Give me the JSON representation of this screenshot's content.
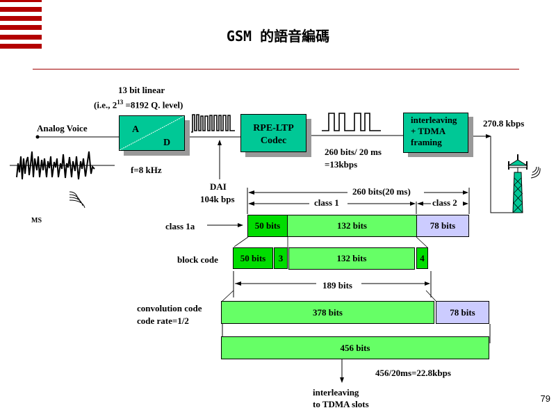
{
  "title": "GSM 的語音編碼",
  "page_number": "79",
  "colors": {
    "stripe": "#b30000",
    "box_teal": "#00c896",
    "class1a_green": "#00dd00",
    "class1_green": "#66ff66",
    "class2_lavender": "#ccccff"
  },
  "signal_chain": {
    "analog_voice": "Analog Voice",
    "linear_note_line1": "13 bit linear",
    "linear_note_line2": "(i.e., 2",
    "linear_note_sup": "13",
    "linear_note_line2b": " =8192 Q. level)",
    "ad_box": {
      "a": "A",
      "d": "D"
    },
    "sample_rate": "f=8 kHz",
    "dai_label": "DAI",
    "dai_rate": "104k bps",
    "codec_box": {
      "line1": "RPE-LTP",
      "line2": "Codec"
    },
    "codec_rate_line1": "260 bits/ 20 ms",
    "codec_rate_line2": "=13kbps",
    "framing_box": {
      "line1": "interleaving",
      "line2": "+ TDMA",
      "line3": "framing"
    },
    "output_rate": "270.8 kbps",
    "ms_label": "MS"
  },
  "bit_allocation": {
    "total_label": "260 bits(20 ms)",
    "class1_label": "class 1",
    "class2_label": "class 2",
    "class1a_label": "class 1a",
    "row1": [
      {
        "label": "50 bits",
        "kind": "class1a"
      },
      {
        "label": "132 bits",
        "kind": "class1b"
      },
      {
        "label": "78 bits",
        "kind": "class2"
      }
    ],
    "block_code_label": "block code",
    "row2": [
      {
        "label": "50 bits",
        "kind": "class1a"
      },
      {
        "label": "3",
        "kind": "parity"
      },
      {
        "label": "132 bits",
        "kind": "class1b"
      },
      {
        "label": "4",
        "kind": "tail"
      }
    ],
    "block_total": "189 bits",
    "conv_label_line1": "convolution code",
    "conv_label_line2": "code rate=1/2",
    "row3": [
      {
        "label": "378 bits",
        "kind": "coded"
      },
      {
        "label": "78 bits",
        "kind": "class2"
      }
    ],
    "row4": {
      "label": "456 bits"
    },
    "final_rate": "456/20ms=22.8kbps",
    "final_dest_line1": "interleaving",
    "final_dest_line2": "to TDMA slots"
  }
}
